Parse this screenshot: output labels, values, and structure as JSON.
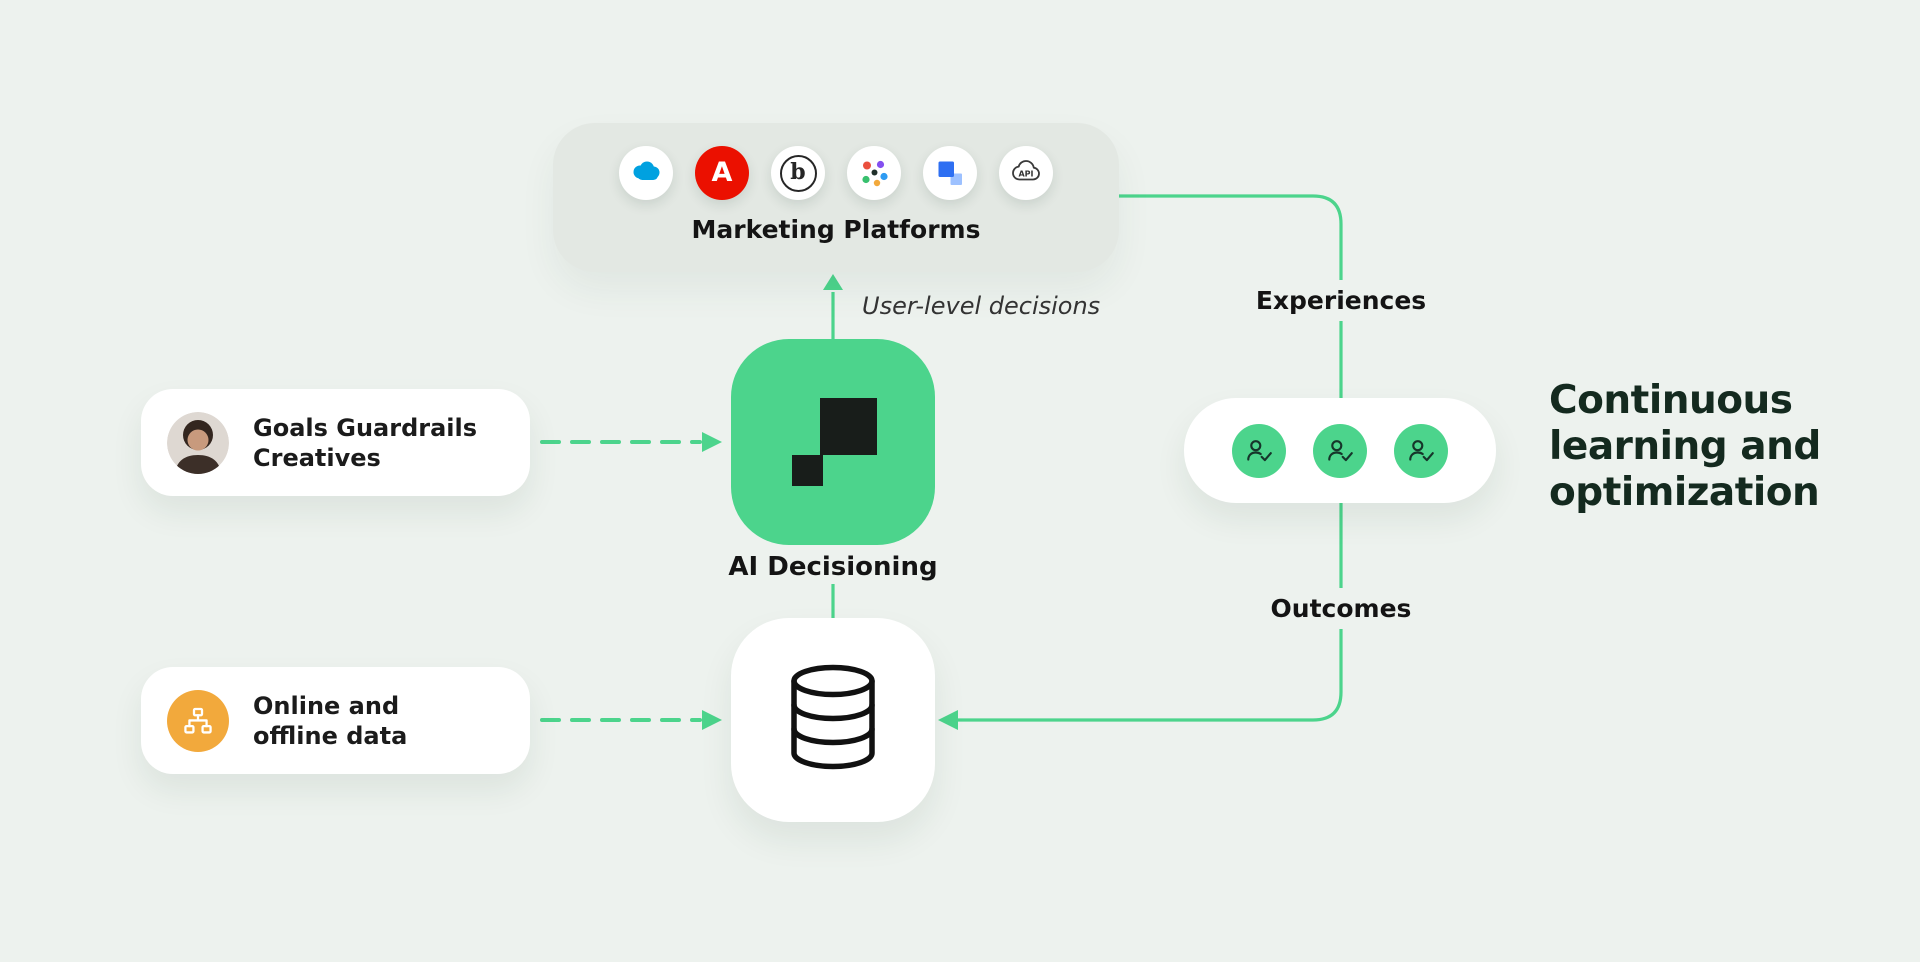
{
  "platforms": {
    "label": "Marketing Platforms",
    "icons": [
      "salesforce",
      "adobe",
      "braze",
      "colored-dots",
      "blue-squares",
      "api-cloud"
    ],
    "adobe_label": "A",
    "braze_label": "b",
    "api_label": "API"
  },
  "ai": {
    "label": "AI Decisioning"
  },
  "flow": {
    "user_level_decisions": "User-level decisions",
    "experiences": "Experiences",
    "outcomes": "Outcomes"
  },
  "cards": {
    "goals": {
      "line1": "Goals Guardrails",
      "line2": "Creatives"
    },
    "data": {
      "line1": "Online and",
      "line2": "offline data"
    }
  },
  "headline": "Continuous learning and optimization",
  "colors": {
    "bg": "#edf2ee",
    "green": "#4cd48c",
    "dark": "#142a1f",
    "orange": "#f2a93c",
    "platforms_bg": "#e3e8e3"
  }
}
